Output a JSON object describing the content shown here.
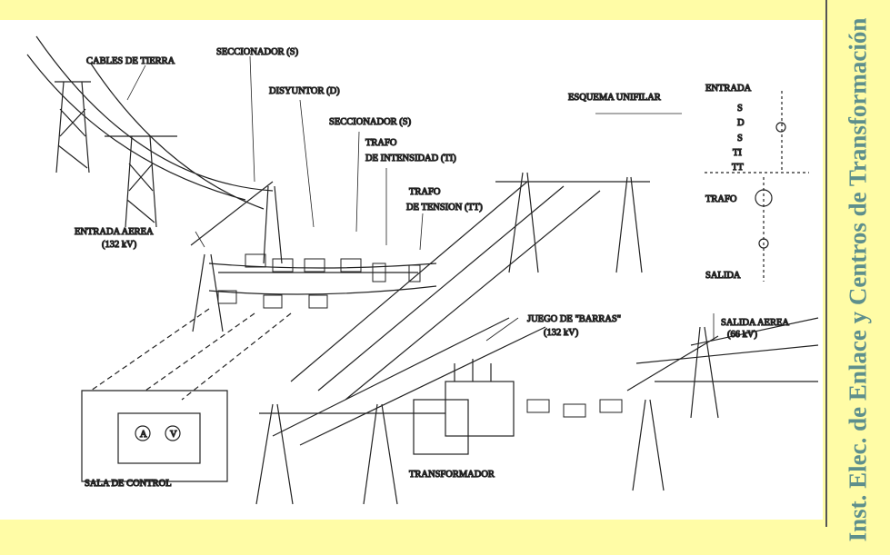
{
  "side_title": "Inst. Elec. de Enlace y Centros de Transformación",
  "diagram": {
    "labels": {
      "cables_tierra": "CABLES DE TIERRA",
      "seccionador1": "SECCIONADOR (S)",
      "disyuntor": "DISYUNTOR (D)",
      "seccionador2": "SECCIONADOR (S)",
      "trafo_intensidad_1": "TRAFO",
      "trafo_intensidad_2": "DE INTENSIDAD (TI)",
      "trafo_tension_1": "TRAFO",
      "trafo_tension_2": "DE TENSION (TT)",
      "entrada_aerea_1": "ENTRADA AEREA",
      "entrada_aerea_2": "(132 kV)",
      "esquema_unifilar": "ESQUEMA UNIFILAR",
      "juego_barras_1": "JUEGO DE \"BARRAS\"",
      "juego_barras_2": "(132 kV)",
      "salida_aerea_1": "SALIDA AEREA",
      "salida_aerea_2": "(66 kV)",
      "transformador": "TRANSFORMADOR",
      "sala_control": "SALA DE CONTROL",
      "meter_a": "A",
      "meter_v": "V"
    },
    "unifilar": {
      "entrada": "ENTRADA",
      "s1": "S",
      "d": "D",
      "s2": "S",
      "ti": "TI",
      "tt": "TT",
      "trafo": "TRAFO",
      "salida": "SALIDA"
    }
  }
}
